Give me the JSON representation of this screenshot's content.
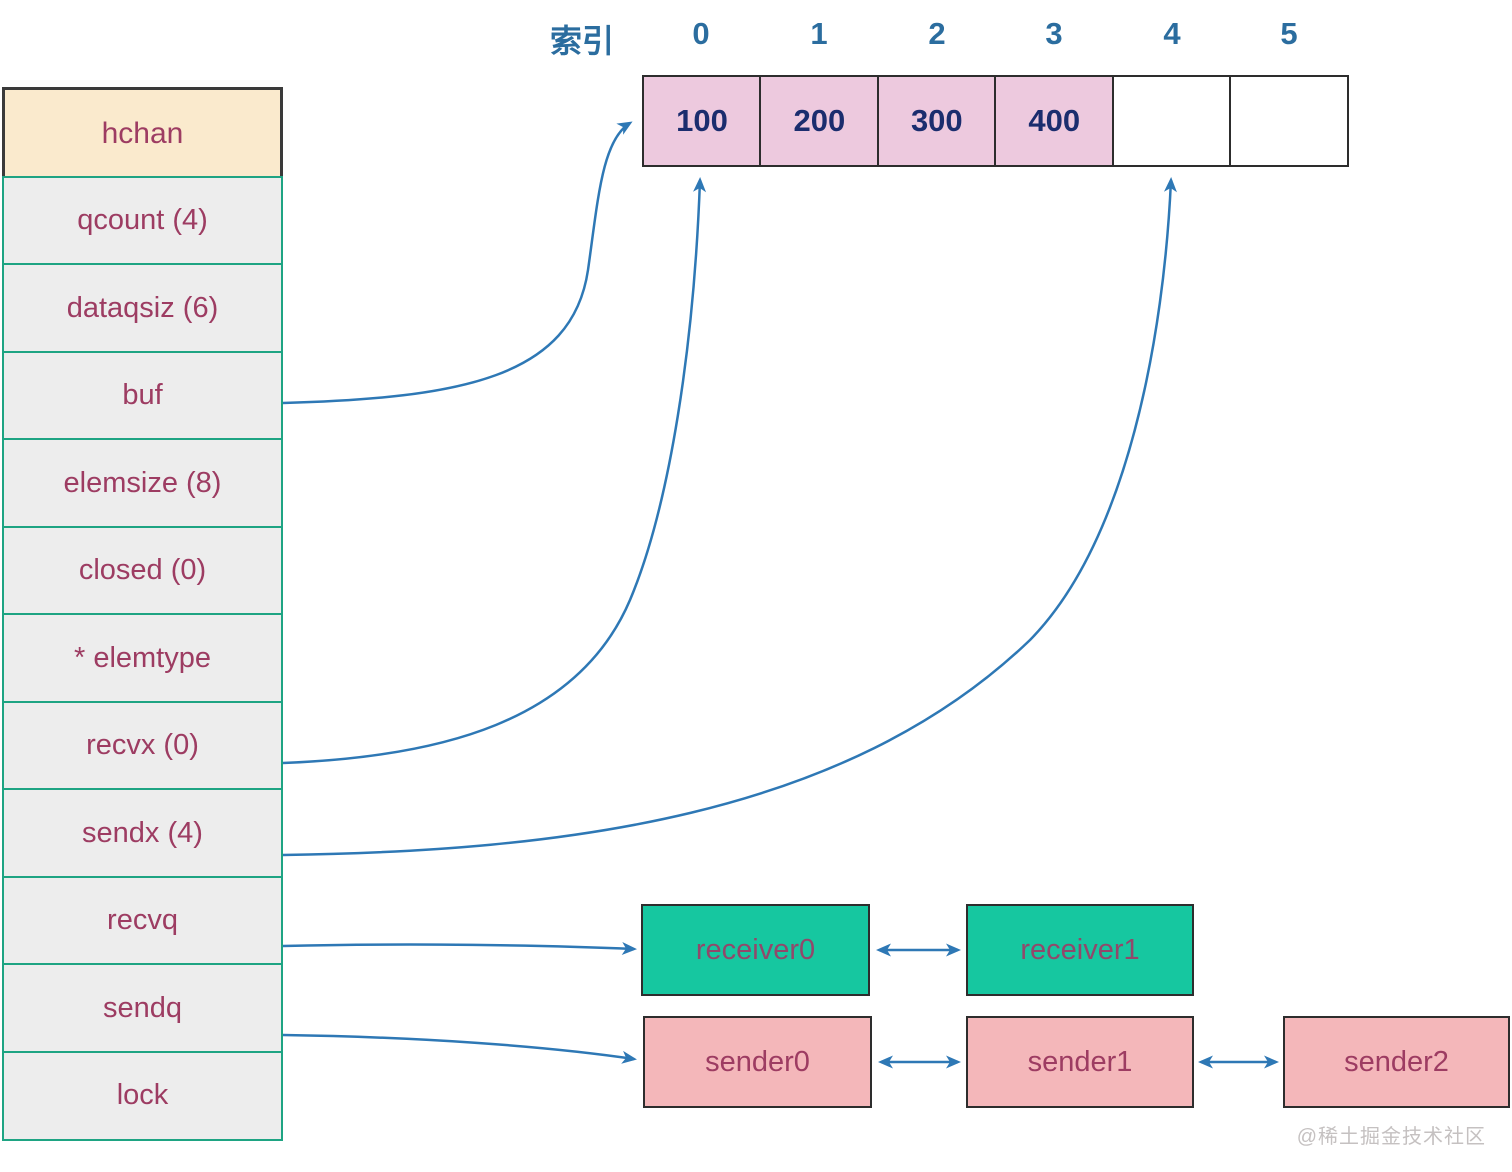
{
  "table": {
    "header": "hchan",
    "fields": [
      "qcount (4)",
      "dataqsiz (6)",
      "buf",
      "elemsize (8)",
      "closed (0)",
      "* elemtype",
      "recvx (0)",
      "sendx (4)",
      "recvq",
      "sendq",
      "lock"
    ]
  },
  "buffer": {
    "index_caption": "索引",
    "indices": [
      "0",
      "1",
      "2",
      "3",
      "4",
      "5"
    ],
    "cells": [
      "100",
      "200",
      "300",
      "400",
      "",
      ""
    ],
    "filled_color": "#edc9de",
    "empty_color": "#ffffff",
    "value_color": "#1b2d6e",
    "index_color": "#2b6d9f"
  },
  "queues": {
    "receivers": [
      "receiver0",
      "receiver1"
    ],
    "senders": [
      "sender0",
      "sender1",
      "sender2"
    ],
    "receiver_fill": "#16c7a0",
    "sender_fill": "#f4b7ba"
  },
  "edges": [
    {
      "from": "buf",
      "to": "buffer-array",
      "bidirectional": false
    },
    {
      "from": "recvx",
      "to": "buffer-cell-0",
      "bidirectional": false
    },
    {
      "from": "sendx",
      "to": "buffer-cell-4",
      "bidirectional": false
    },
    {
      "from": "recvq",
      "to": "receiver0",
      "bidirectional": false
    },
    {
      "from": "sendq",
      "to": "sender0",
      "bidirectional": false
    },
    {
      "from": "receiver0",
      "to": "receiver1",
      "bidirectional": true
    },
    {
      "from": "sender0",
      "to": "sender1",
      "bidirectional": true
    },
    {
      "from": "sender1",
      "to": "sender2",
      "bidirectional": true
    }
  ],
  "colors": {
    "arrow": "#2e78b5",
    "table_header_bg": "#faeacd",
    "table_row_bg": "#ededed",
    "table_border": "#1ea483",
    "label_text": "#9d3c62",
    "box_border": "#2d2d2d"
  },
  "watermark": "@稀土掘金技术社区"
}
